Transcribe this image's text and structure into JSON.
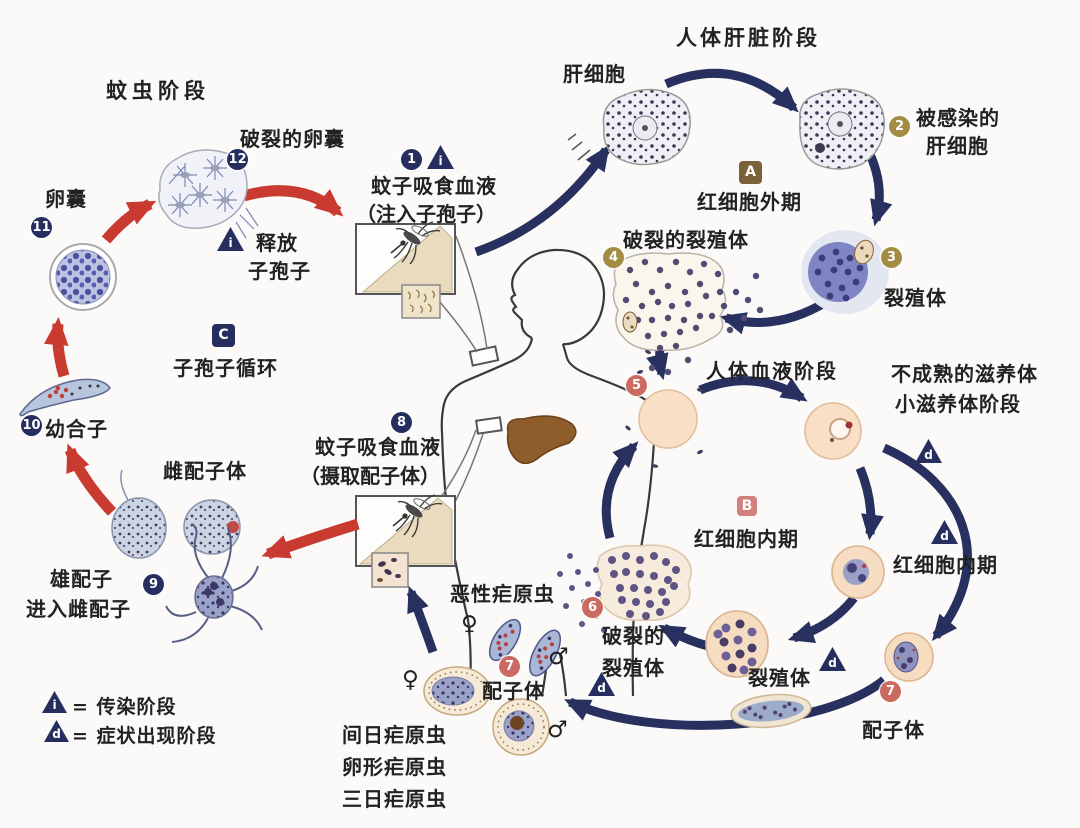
{
  "stage_titles": {
    "mosquito_stage": "蚊虫阶段",
    "liver_stage": "人体肝脏阶段",
    "blood_stage": "人体血液阶段"
  },
  "labels": {
    "oocyst": "卵囊",
    "ruptured_oocyst": "破裂的卵囊",
    "release_line1": "释放",
    "release_line2": "子孢子",
    "bite_inject_line1": "蚊子吸食血液",
    "bite_inject_line2": "（注入子孢子）",
    "liver_cell": "肝细胞",
    "infected_liver_line1": "被感染的",
    "infected_liver_line2": "肝细胞",
    "exo_erythrocytic": "红细胞外期",
    "ruptured_schizont_liver": "破裂的裂殖体",
    "schizont_liver": "裂殖体",
    "immature_troph_line1": "不成熟的滋养体",
    "immature_troph_line2": "小滋养体阶段",
    "intra_erythrocytic": "红细胞内期",
    "intra_erythrocytic_right": "红细胞内期",
    "schizont_blood": "裂殖体",
    "ruptured_schizont_blood_line1": "破裂的",
    "ruptured_schizont_blood_line2": "裂殖体",
    "gametocyte_right": "配子体",
    "gametocyte_bottom": "配子体",
    "falciparum": "恶性疟原虫",
    "vivax": "间日疟原虫",
    "ovale": "卵形疟原虫",
    "malariae": "三日疟原虫",
    "sporozoite_cycle": "子孢子循环",
    "ookinete": "幼合子",
    "female_gametocyte": "雌配子体",
    "male_gamete_line1": "雄配子",
    "male_gamete_line2": "进入雌配子",
    "bite_ingest_line1": "蚊子吸食血液",
    "bite_ingest_line2": "（摄取配子体）"
  },
  "badges": {
    "b1": "1",
    "b2": "2",
    "b3": "3",
    "b4": "4",
    "b5": "5",
    "b6": "6",
    "b7": "7",
    "b8": "8",
    "b9": "9",
    "b10": "10",
    "b11": "11",
    "b12": "12"
  },
  "markers": {
    "a": "A",
    "b": "B",
    "c": "C",
    "i": "i",
    "d": "d"
  },
  "symbols": {
    "female": "♀",
    "male": "♂"
  },
  "legend": {
    "infective": "= 传染阶段",
    "diagnostic": "= 症状出现阶段"
  },
  "colors": {
    "navy_arrow": "#27305f",
    "red_arrow": "#c93a30",
    "badge_navy": "#252e5e",
    "badge_gold": "#a38d45",
    "badge_red": "#ca6a60",
    "square_a": "#7b6137",
    "square_b": "#d2807e",
    "square_c": "#252e5e",
    "rbc_peach": "#f8dfc6",
    "liver_brown": "#8d5e2b",
    "background": "#fbfaf8"
  }
}
